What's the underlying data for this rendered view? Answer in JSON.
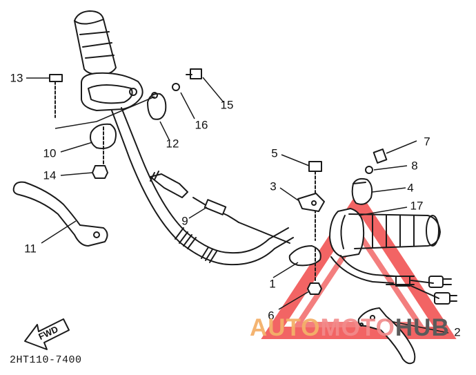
{
  "diagram": {
    "part_code": "2HT110-7400",
    "fwd_label": "FWD",
    "watermark": {
      "part_a": "AUTO",
      "part_b": "MOTO",
      "part_c": "HUB"
    },
    "callouts": [
      {
        "id": "1",
        "label": "1"
      },
      {
        "id": "2",
        "label": "2"
      },
      {
        "id": "3",
        "label": "3"
      },
      {
        "id": "4",
        "label": "4"
      },
      {
        "id": "5",
        "label": "5"
      },
      {
        "id": "6",
        "label": "6"
      },
      {
        "id": "7",
        "label": "7"
      },
      {
        "id": "8",
        "label": "8"
      },
      {
        "id": "9",
        "label": "9"
      },
      {
        "id": "10",
        "label": "10"
      },
      {
        "id": "11",
        "label": "11"
      },
      {
        "id": "12",
        "label": "12"
      },
      {
        "id": "13",
        "label": "13"
      },
      {
        "id": "14",
        "label": "14"
      },
      {
        "id": "15",
        "label": "15"
      },
      {
        "id": "16",
        "label": "16"
      },
      {
        "id": "17",
        "label": "17"
      }
    ],
    "colors": {
      "line": "#1a1a1a",
      "watermark_red": "#f04040",
      "watermark_orange": "#f4a050"
    }
  }
}
